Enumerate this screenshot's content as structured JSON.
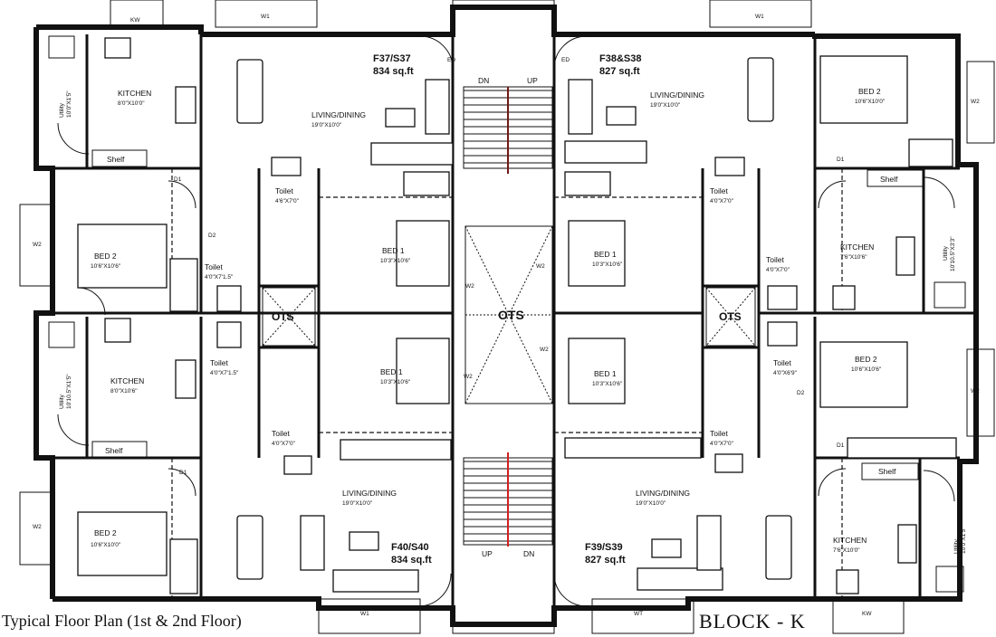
{
  "caption": "Typical Floor Plan (1st & 2nd Floor)",
  "block_label": "BLOCK - K",
  "flats": {
    "f37": {
      "id": "F37/S37",
      "area": "834 sq.ft"
    },
    "f38": {
      "id": "F38&S38",
      "area": "827 sq.ft"
    },
    "f40": {
      "id": "F40/S40",
      "area": "834 sq.ft"
    },
    "f39": {
      "id": "F39/S39",
      "area": "827 sq.ft"
    }
  },
  "rooms": {
    "kitchen_tl": {
      "name": "KITCHEN",
      "size": "8'0\"X10'0\""
    },
    "utility_tl": {
      "name": "Utility",
      "size": "10'0\"X1'5\""
    },
    "shelf_tl": "Shelf",
    "living_tl": {
      "name": "LIVING/DINING",
      "size": "19'0\"X10'0\""
    },
    "bed2_tl": {
      "name": "BED 2",
      "size": "10'6\"X10'6\""
    },
    "toilet_tl_a": {
      "name": "Toilet",
      "size": "4'6\"X7'0\""
    },
    "toilet_tl_b": {
      "name": "Toilet",
      "size": "4'0\"X7'1.5\""
    },
    "bed1_tl": {
      "name": "BED 1",
      "size": "10'3\"X10'6\""
    },
    "living_tr": {
      "name": "LIVING/DINING",
      "size": "19'0\"X10'0\""
    },
    "bed2_tr": {
      "name": "BED 2",
      "size": "10'6\"X10'0\""
    },
    "shelf_tr": "Shelf",
    "toilet_tr_a": {
      "name": "Toilet",
      "size": "4'0\"X7'0\""
    },
    "toilet_tr_b": {
      "name": "Toilet",
      "size": "4'0\"X7'0\""
    },
    "kitchen_tr": {
      "name": "KITCHEN",
      "size": "7'6\"X10'6\""
    },
    "utility_tr": {
      "name": "Utility",
      "size": "10'10.5\"X3'3\""
    },
    "bed1_tr": {
      "name": "BED 1",
      "size": "10'3\"X10'6\""
    },
    "ots_left": "OTS",
    "ots_center": "OTS",
    "ots_right": "OTS",
    "kitchen_bl": {
      "name": "KITCHEN",
      "size": "8'0\"X10'6\""
    },
    "utility_bl": {
      "name": "Utility",
      "size": "10'10.5\"X1'5\""
    },
    "shelf_bl": "Shelf",
    "toilet_bl_a": {
      "name": "Toilet",
      "size": "4'0\"X7'1.5\""
    },
    "toilet_bl_b": {
      "name": "Toilet",
      "size": "4'0\"X7'0\""
    },
    "bed1_bl": {
      "name": "BED 1",
      "size": "10'3\"X10'6\""
    },
    "bed2_bl": {
      "name": "BED 2",
      "size": "10'6\"X10'0\""
    },
    "living_bl": {
      "name": "LIVING/DINING",
      "size": "19'0\"X10'0\""
    },
    "bed1_br": {
      "name": "BED 1",
      "size": "10'3\"X10'6\""
    },
    "toilet_br_a": {
      "name": "Toilet",
      "size": "4'0\"X6'9\""
    },
    "toilet_br_b": {
      "name": "Toilet",
      "size": "4'0\"X7'0\""
    },
    "bed2_br": {
      "name": "BED 2",
      "size": "10'6\"X10'6\""
    },
    "shelf_br": "Shelf",
    "living_br": {
      "name": "LIVING/DINING",
      "size": "19'0\"X10'0\""
    },
    "kitchen_br": {
      "name": "KITCHEN",
      "size": "7'6\"X10'0\""
    },
    "utility_br": {
      "name": "Utility",
      "size": "10'0\"X1'5\""
    }
  },
  "stairs": {
    "dn": "DN",
    "up": "UP"
  },
  "openings": {
    "d1": "D1",
    "d2": "D2",
    "w1": "W1",
    "w2": "W2",
    "kw": "KW",
    "ed": "ED",
    "wt": "WT",
    "vw": "VW"
  },
  "colors": {
    "stair_center_line": "#d22020",
    "ink": "#111111"
  }
}
